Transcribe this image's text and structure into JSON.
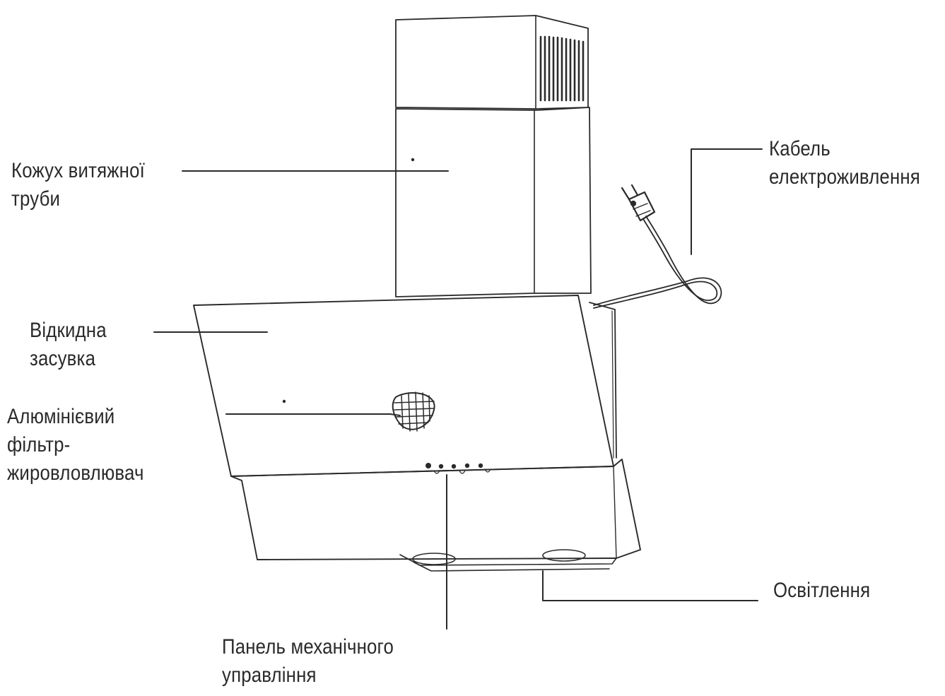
{
  "labels": {
    "chimney_cover": {
      "line1": "Кожух  витяжної",
      "line2": "труби"
    },
    "power_cable": {
      "line1": "Кабель",
      "line2": "електроживлення"
    },
    "flap": {
      "line1": "Відкидна",
      "line2": "засувка"
    },
    "filter": {
      "line1": "Алюмінієвий",
      "line2": "фільтр-",
      "line3": "жировловлювач"
    },
    "lighting": {
      "line1": "Освітлення"
    },
    "control_panel": {
      "line1": "Панель  механічного",
      "line2": "управління"
    }
  },
  "colors": {
    "line": "#2a2a2a",
    "text": "#2a2a2a",
    "background": "#ffffff"
  }
}
